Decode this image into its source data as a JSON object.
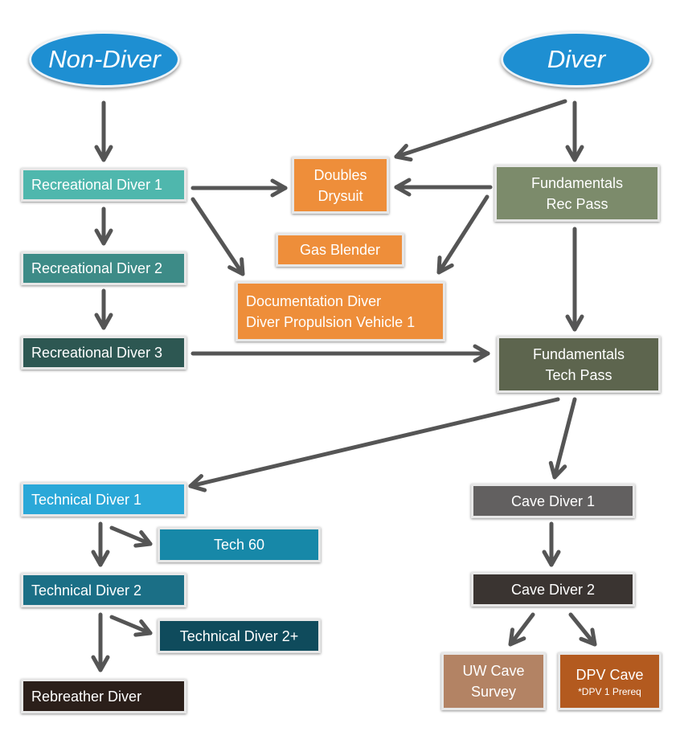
{
  "start_nodes": {
    "non_diver": "Non-Diver",
    "diver": "Diver"
  },
  "nodes": {
    "rec1": "Recreational Diver 1",
    "rec2": "Recreational Diver 2",
    "rec3": "Recreational Diver 3",
    "doubles_line1": "Doubles",
    "doubles_line2": "Drysuit",
    "gas_blender": "Gas Blender",
    "doc_line1": "Documentation Diver",
    "doc_line2": "Diver Propulsion Vehicle 1",
    "fund_rec_line1": "Fundamentals",
    "fund_rec_line2": "Rec Pass",
    "fund_tech_line1": "Fundamentals",
    "fund_tech_line2": "Tech Pass",
    "tech1": "Technical Diver 1",
    "tech60": "Tech 60",
    "tech2": "Technical Diver 2",
    "tech2plus": "Technical Diver 2+",
    "rebreather": "Rebreather Diver",
    "cave1": "Cave Diver 1",
    "cave2": "Cave Diver 2",
    "uw_line1": "UW Cave",
    "uw_line2": "Survey",
    "dpv_line1": "DPV Cave",
    "dpv_line2": "*DPV 1 Prereq"
  },
  "colors": {
    "arrow": "#555555",
    "start_oval": "#1e8fd2",
    "rec1": "#4fb7ad",
    "rec2": "#3d8b87",
    "rec3": "#2d5752",
    "specialty_orange": "#ee8e3a",
    "fund_rec": "#7c8b6b",
    "fund_tech": "#5d654e",
    "tech1": "#2aa8d8",
    "tech60": "#1788a8",
    "tech2": "#1b6f86",
    "tech2plus": "#0f4b5c",
    "rebreather": "#2b1f1a",
    "cave1": "#626060",
    "cave2": "#3a3431",
    "uw_cave": "#b38364",
    "dpv_cave": "#b35a1f"
  }
}
